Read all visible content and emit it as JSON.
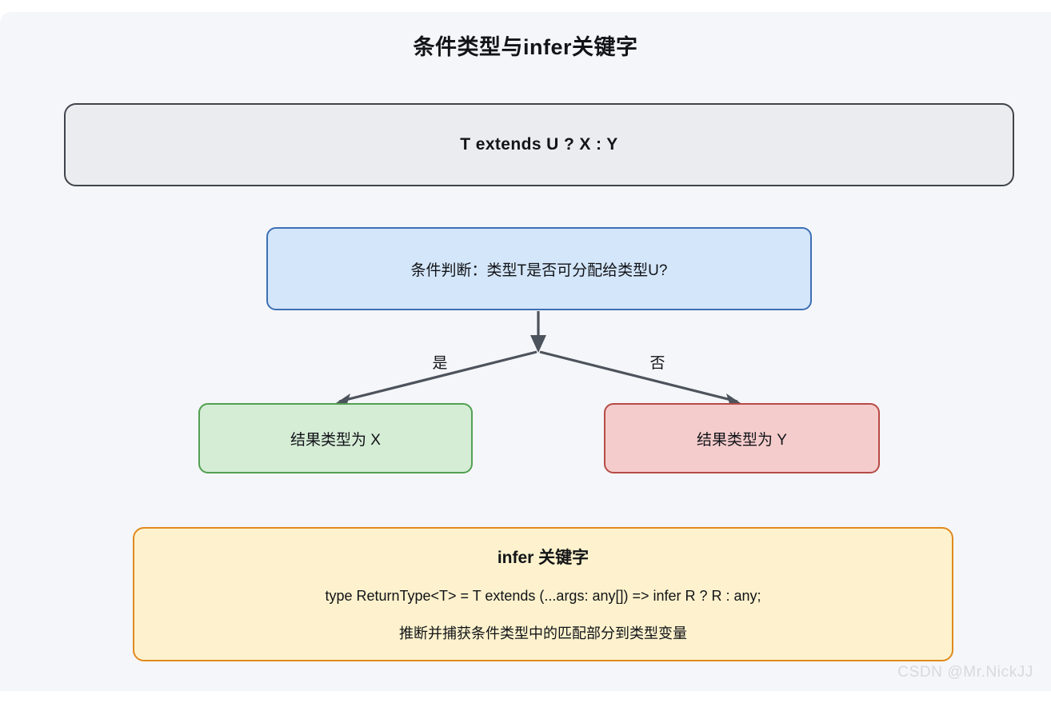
{
  "diagram": {
    "title": "条件类型与infer关键字",
    "background_color": "#f5f6f9",
    "nodes": {
      "expression": {
        "label": "T extends U ? X : Y",
        "fill": "#eaecef",
        "stroke": "#3f444c"
      },
      "decision": {
        "label": "条件判断：类型T是否可分配给类型U?",
        "fill": "#d4e6f9",
        "stroke": "#3d6fb5"
      },
      "result_true": {
        "label": "结果类型为 X",
        "fill": "#d5ecd5",
        "stroke": "#52a052"
      },
      "result_false": {
        "label": "结果类型为 Y",
        "fill": "#f5cccc",
        "stroke": "#b64b46"
      },
      "infer": {
        "heading": "infer 关键字",
        "code": "type ReturnType<T> = T extends (...args: any[]) => infer R ? R : any;",
        "description": "推断并捕获条件类型中的匹配部分到类型变量",
        "fill": "#fdf2cd",
        "stroke": "#e08a1e"
      }
    },
    "edges": {
      "yes_label": "是",
      "no_label": "否",
      "stroke": "#4d535c"
    }
  },
  "watermark": {
    "text": "CSDN @Mr.NickJJ"
  }
}
